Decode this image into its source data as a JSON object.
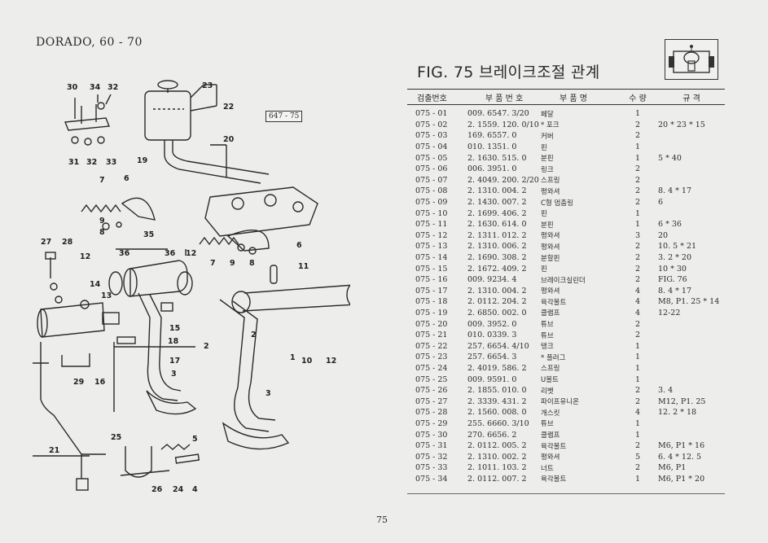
{
  "header": {
    "model": "DORADO, 60 - 70",
    "figure_title": "FIG. 75 브레이크조절 관계",
    "ref_code": "647 - 75"
  },
  "table": {
    "columns": [
      "검출번호",
      "부 품 번 호",
      "부 품 명",
      "수 량",
      "규 격"
    ],
    "rows": [
      [
        "075 - 01",
        "009. 6547. 3/20",
        "페달",
        "1",
        ""
      ],
      [
        "075 - 02",
        "2. 1559. 120. 0/10",
        "* 포크",
        "2",
        "20 * 23 * 15"
      ],
      [
        "075 - 03",
        "169. 6557. 0",
        "커버",
        "2",
        ""
      ],
      [
        "075 - 04",
        "010. 1351. 0",
        "핀",
        "1",
        ""
      ],
      [
        "075 - 05",
        "2. 1630. 515. 0",
        "분핀",
        "1",
        "5 * 40"
      ],
      [
        "075 - 06",
        "006. 3951. 0",
        "링크",
        "2",
        ""
      ],
      [
        "075 - 07",
        "2. 4049. 200. 2/20",
        "스프링",
        "2",
        ""
      ],
      [
        "075 - 08",
        "2. 1310. 004. 2",
        "평와셔",
        "2",
        "8. 4 * 17"
      ],
      [
        "075 - 09",
        "2. 1430. 007. 2",
        "C형 멈춤링",
        "2",
        "6"
      ],
      [
        "075 - 10",
        "2. 1699. 406. 2",
        "핀",
        "1",
        ""
      ],
      [
        "075 - 11",
        "2. 1630. 614. 0",
        "분핀",
        "1",
        "6 * 36"
      ],
      [
        "075 - 12",
        "2. 1311. 012. 2",
        "평와셔",
        "3",
        "20"
      ],
      [
        "075 - 13",
        "2. 1310. 006. 2",
        "평와셔",
        "2",
        "10. 5 * 21"
      ],
      [
        "075 - 14",
        "2. 1690. 308. 2",
        "분할핀",
        "2",
        "3. 2 * 20"
      ],
      [
        "075 - 15",
        "2. 1672. 409. 2",
        "핀",
        "2",
        "10 * 30"
      ],
      [
        "075 - 16",
        "009. 9234. 4",
        "브레이크실린더",
        "2",
        "FIG. 76"
      ],
      [
        "075 - 17",
        "2. 1310. 004. 2",
        "평와셔",
        "4",
        "8. 4 * 17"
      ],
      [
        "075 - 18",
        "2. 0112. 204. 2",
        "육각볼트",
        "4",
        "M8, P1. 25 * 14"
      ],
      [
        "075 - 19",
        "2. 6850. 002. 0",
        "클램프",
        "4",
        "12-22"
      ],
      [
        "075 - 20",
        "009. 3952. 0",
        "튜브",
        "2",
        ""
      ],
      [
        "075 - 21",
        "010. 0339. 3",
        "튜브",
        "2",
        ""
      ],
      [
        "075 - 22",
        "257. 6654. 4/10",
        "탱크",
        "1",
        ""
      ],
      [
        "075 - 23",
        "257. 6654. 3",
        "* 플러그",
        "1",
        ""
      ],
      [
        "075 - 24",
        "2. 4019. 586. 2",
        "스프링",
        "1",
        ""
      ],
      [
        "075 - 25",
        "009. 9591. 0",
        "U볼트",
        "1",
        ""
      ],
      [
        "075 - 26",
        "2. 1855. 010. 0",
        "리벳",
        "2",
        "3. 4"
      ],
      [
        "075 - 27",
        "2. 3339. 431. 2",
        "파이프유니온",
        "2",
        "M12, P1. 25"
      ],
      [
        "075 - 28",
        "2. 1560. 008. 0",
        "개스킷",
        "4",
        "12. 2 * 18"
      ],
      [
        "075 - 29",
        "255. 6660. 3/10",
        "튜브",
        "1",
        ""
      ],
      [
        "075 - 30",
        "270. 6656. 2",
        "클램프",
        "1",
        ""
      ],
      [
        "075 - 31",
        "2. 0112. 005. 2",
        "육각볼트",
        "2",
        "M6, P1 * 16"
      ],
      [
        "075 - 32",
        "2. 1310. 002. 2",
        "평와셔",
        "5",
        "6. 4 * 12. 5"
      ],
      [
        "075 - 33",
        "2. 1011. 103. 2",
        "너트",
        "2",
        "M6, P1"
      ],
      [
        "075 - 34",
        "2. 0112. 007. 2",
        "육각볼트",
        "1",
        "M6, P1 * 20"
      ]
    ]
  },
  "diagram": {
    "callouts": [
      "30",
      "34",
      "32",
      "31",
      "32",
      "33",
      "23",
      "22",
      "19",
      "20",
      "7",
      "6",
      "9",
      "8",
      "35",
      "36",
      "36",
      "12",
      "7",
      "9",
      "8",
      "6",
      "27",
      "28",
      "12",
      "11",
      "14",
      "13",
      "15",
      "2",
      "2",
      "18",
      "1",
      "10",
      "12",
      "17",
      "29",
      "16",
      "3",
      "3",
      "21",
      "25",
      "5",
      "26",
      "24",
      "4"
    ]
  },
  "footer": {
    "page_number": "75"
  }
}
